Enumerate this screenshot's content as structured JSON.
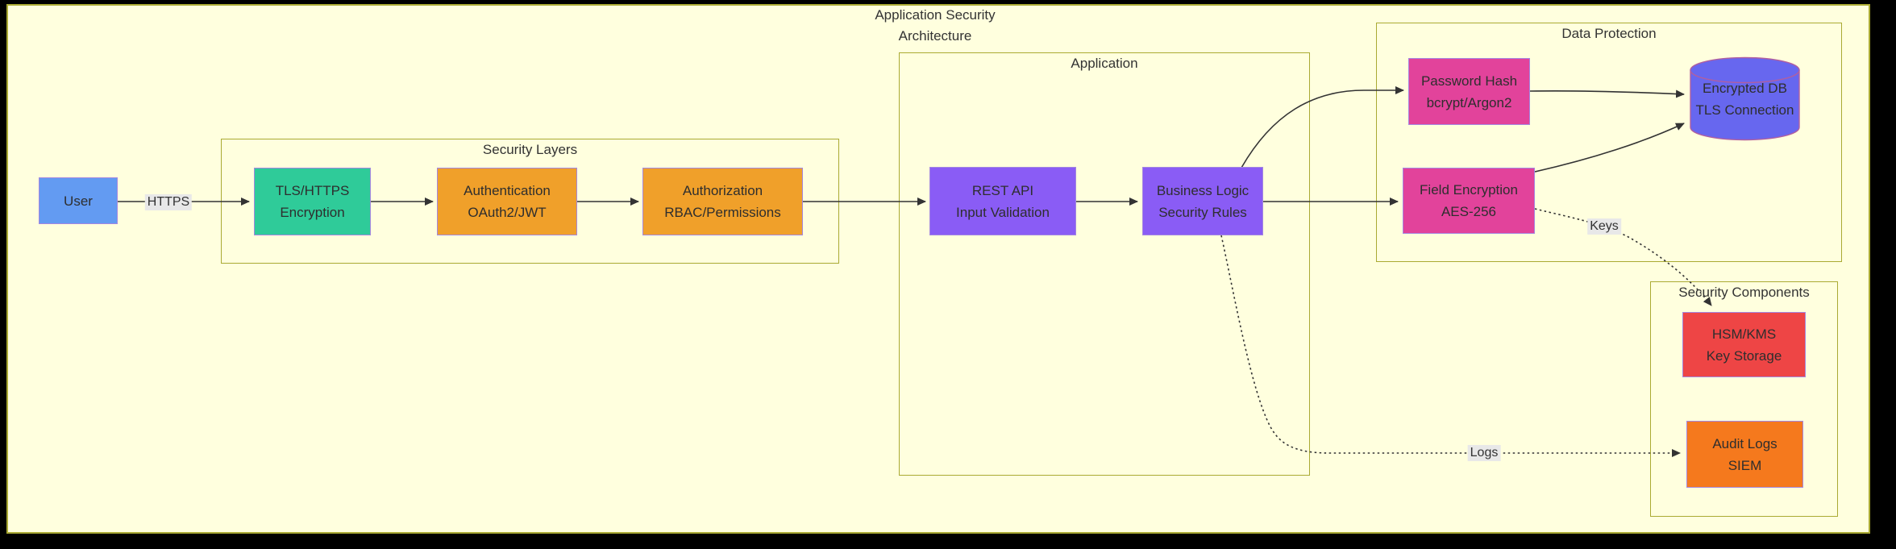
{
  "title": {
    "line1": "Application Security",
    "line2": "Architecture"
  },
  "colors": {
    "background": "#ffffde",
    "frame_border": "#aaaa33",
    "node_border": "#a487e0",
    "edge": "#333333",
    "edge_label_bg": "#e8e8e8",
    "text": "#333333",
    "user_fill": "#639bf2",
    "green_fill": "#2fcb99",
    "orange_fill": "#f0a02a",
    "purple_fill": "#8a5cf5",
    "pink_fill": "#e2439b",
    "db_fill": "#6767ef",
    "db_stroke": "#b05fa0",
    "red_fill": "#ee4545",
    "audit_fill": "#f5791d"
  },
  "subgraphs": {
    "security_layers": {
      "label": "Security Layers"
    },
    "application": {
      "label": "Application"
    },
    "data_protection": {
      "label": "Data Protection"
    },
    "security_components": {
      "label": "Security Components"
    }
  },
  "nodes": {
    "user": {
      "line1": "User",
      "line2": "",
      "fill": "#639bf2"
    },
    "tls": {
      "line1": "TLS/HTTPS",
      "line2": "Encryption",
      "fill": "#2fcb99"
    },
    "auth": {
      "line1": "Authentication",
      "line2": "OAuth2/JWT",
      "fill": "#f0a02a"
    },
    "authz": {
      "line1": "Authorization",
      "line2": "RBAC/Permissions",
      "fill": "#f0a02a"
    },
    "rest": {
      "line1": "REST API",
      "line2": "Input Validation",
      "fill": "#8a5cf5"
    },
    "logic": {
      "line1": "Business Logic",
      "line2": "Security Rules",
      "fill": "#8a5cf5"
    },
    "pwdhash": {
      "line1": "Password Hash",
      "line2": "bcrypt/Argon2",
      "fill": "#e2439b"
    },
    "db": {
      "line1": "Encrypted DB",
      "line2": "TLS Connection",
      "fill": "#6767ef",
      "stroke": "#b05fa0"
    },
    "fieldenc": {
      "line1": "Field Encryption",
      "line2": "AES-256",
      "fill": "#e2439b"
    },
    "hsm": {
      "line1": "HSM/KMS",
      "line2": "Key Storage",
      "fill": "#ee4545"
    },
    "audit": {
      "line1": "Audit Logs",
      "line2": "SIEM",
      "fill": "#f5791d"
    }
  },
  "edge_labels": {
    "https": "HTTPS",
    "keys": "Keys",
    "logs": "Logs"
  },
  "edges": [
    {
      "from": "User",
      "to": "TLS/HTTPS Encryption",
      "label": "HTTPS",
      "style": "solid"
    },
    {
      "from": "TLS/HTTPS Encryption",
      "to": "Authentication OAuth2/JWT",
      "label": "",
      "style": "solid"
    },
    {
      "from": "Authentication OAuth2/JWT",
      "to": "Authorization RBAC/Permissions",
      "label": "",
      "style": "solid"
    },
    {
      "from": "Authorization RBAC/Permissions",
      "to": "REST API Input Validation",
      "label": "",
      "style": "solid"
    },
    {
      "from": "REST API Input Validation",
      "to": "Business Logic Security Rules",
      "label": "",
      "style": "solid"
    },
    {
      "from": "Business Logic Security Rules",
      "to": "Password Hash bcrypt/Argon2",
      "label": "",
      "style": "solid"
    },
    {
      "from": "Business Logic Security Rules",
      "to": "Field Encryption AES-256",
      "label": "",
      "style": "solid"
    },
    {
      "from": "Password Hash bcrypt/Argon2",
      "to": "Encrypted DB TLS Connection",
      "label": "",
      "style": "solid"
    },
    {
      "from": "Field Encryption AES-256",
      "to": "Encrypted DB TLS Connection",
      "label": "",
      "style": "solid"
    },
    {
      "from": "Field Encryption AES-256",
      "to": "HSM/KMS Key Storage",
      "label": "Keys",
      "style": "dotted"
    },
    {
      "from": "Business Logic Security Rules",
      "to": "Audit Logs SIEM",
      "label": "Logs",
      "style": "dotted"
    }
  ]
}
